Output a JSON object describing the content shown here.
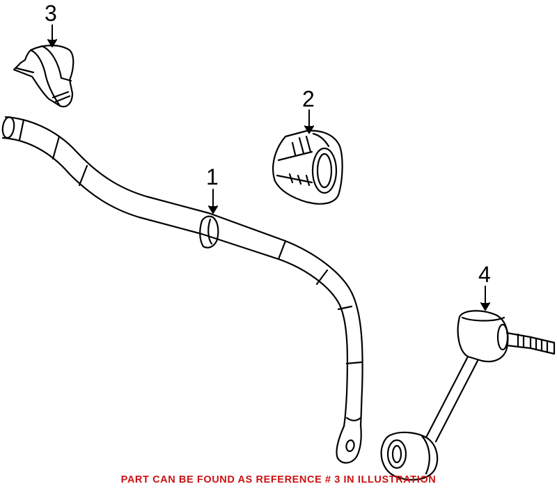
{
  "callouts": {
    "ref1": "1",
    "ref2": "2",
    "ref3": "3",
    "ref4": "4"
  },
  "parts": {
    "ref1": "stabilizer-bar",
    "ref2": "stabilizer-bar-bushing",
    "ref3": "bushing-bracket",
    "ref4": "stabilizer-link"
  },
  "note": "PART CAN BE FOUND AS REFERENCE # 3 IN ILLUSTRATION",
  "colors": {
    "line": "#000000",
    "note": "#cc1111",
    "background": "#ffffff"
  }
}
